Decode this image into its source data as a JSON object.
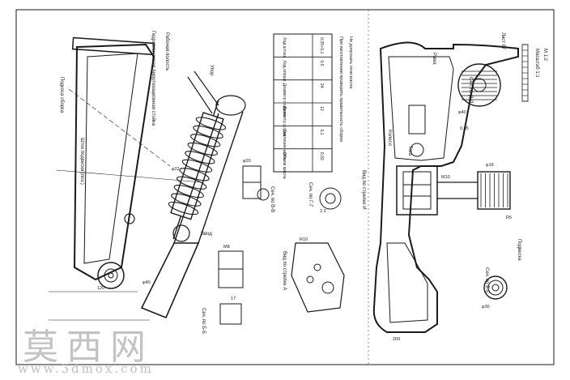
{
  "drawing": {
    "ink_color": "#1a1a1a",
    "background": "#ffffff",
    "left_view": {
      "labels": [
        "Гидравлическая Амортизационная стойка",
        "Подкоса сборка",
        "Шток подвески (поз.)",
        "Рабочая полость",
        "Упор",
        "Ввод",
        "Вид по стрелке А",
        "Сеч. по Б-Б",
        "Сеч. по В-В",
        "Сеч. по Г-Г"
      ],
      "dims": [
        "φ40",
        "φ22",
        "φ20",
        "R10",
        "М8",
        "120",
        "1:2",
        "17"
      ]
    },
    "spec_table": {
      "rows": [
        [
          "Ход штока",
          "0,05+0,1"
        ],
        [
          "Ход опоры",
          "0,5"
        ],
        [
          "Диаметр поршня",
          "24"
        ],
        [
          "Диаметр штока",
          "12"
        ],
        [
          "Давление азота",
          "0,1"
        ],
        [
          "Объем масла",
          "0,02"
        ]
      ]
    },
    "notes": [
      "При изготовлении проверить правильность сборки",
      "Не допускать течи масла"
    ],
    "right_view": {
      "labels": [
        "Сеч. по Д-Д",
        "Сеч. по Е-Е",
        "Вид по стрелке И",
        "Рама",
        "Тяга",
        "Подвеска",
        "Колесо",
        "М 1:2",
        "Лист 67"
      ],
      "dims": [
        "φ40",
        "φ16",
        "М10",
        "φ30",
        "R5",
        "0,05",
        "200"
      ]
    },
    "scale_note": "Масштаб 1:1"
  },
  "watermark": {
    "cn": "莫西网",
    "url": "www.3dmox.com"
  }
}
